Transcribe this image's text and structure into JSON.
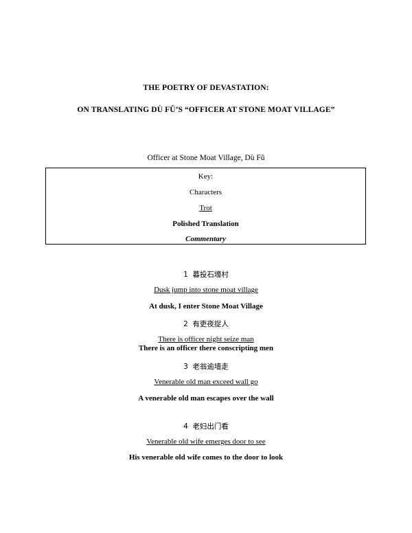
{
  "title": {
    "line1": "THE POETRY OF DEVASTATION:",
    "line2": "ON TRANSLATING DÙ FǓ’S “OFFICER AT STONE MOAT VILLAGE”"
  },
  "subtitle": "Officer at Stone Moat Village, Dù Fǔ",
  "key": {
    "heading": "Key:",
    "characters": "Characters",
    "trot": "Trot",
    "polished": "Polished Translation",
    "commentary": "Commentary"
  },
  "lines": [
    {
      "num": "1",
      "chars": "暮投石壕村",
      "trot": "Dusk jump into stone moat village",
      "polished": "At dusk, I enter Stone Moat Village"
    },
    {
      "num": "2",
      "chars": "有吏夜捉人",
      "trot": "There is officer night seize man",
      "polished": "There is an officer there conscripting men"
    },
    {
      "num": "3",
      "chars": "老翁逾墙走",
      "trot": "Venerable old man exceed wall go",
      "polished": "A venerable old man escapes over the wall"
    },
    {
      "num": "4",
      "chars": "老妇出门看",
      "trot": "Venerable old wife emerges door to see",
      "polished": "His venerable old wife comes to the door to look"
    }
  ]
}
